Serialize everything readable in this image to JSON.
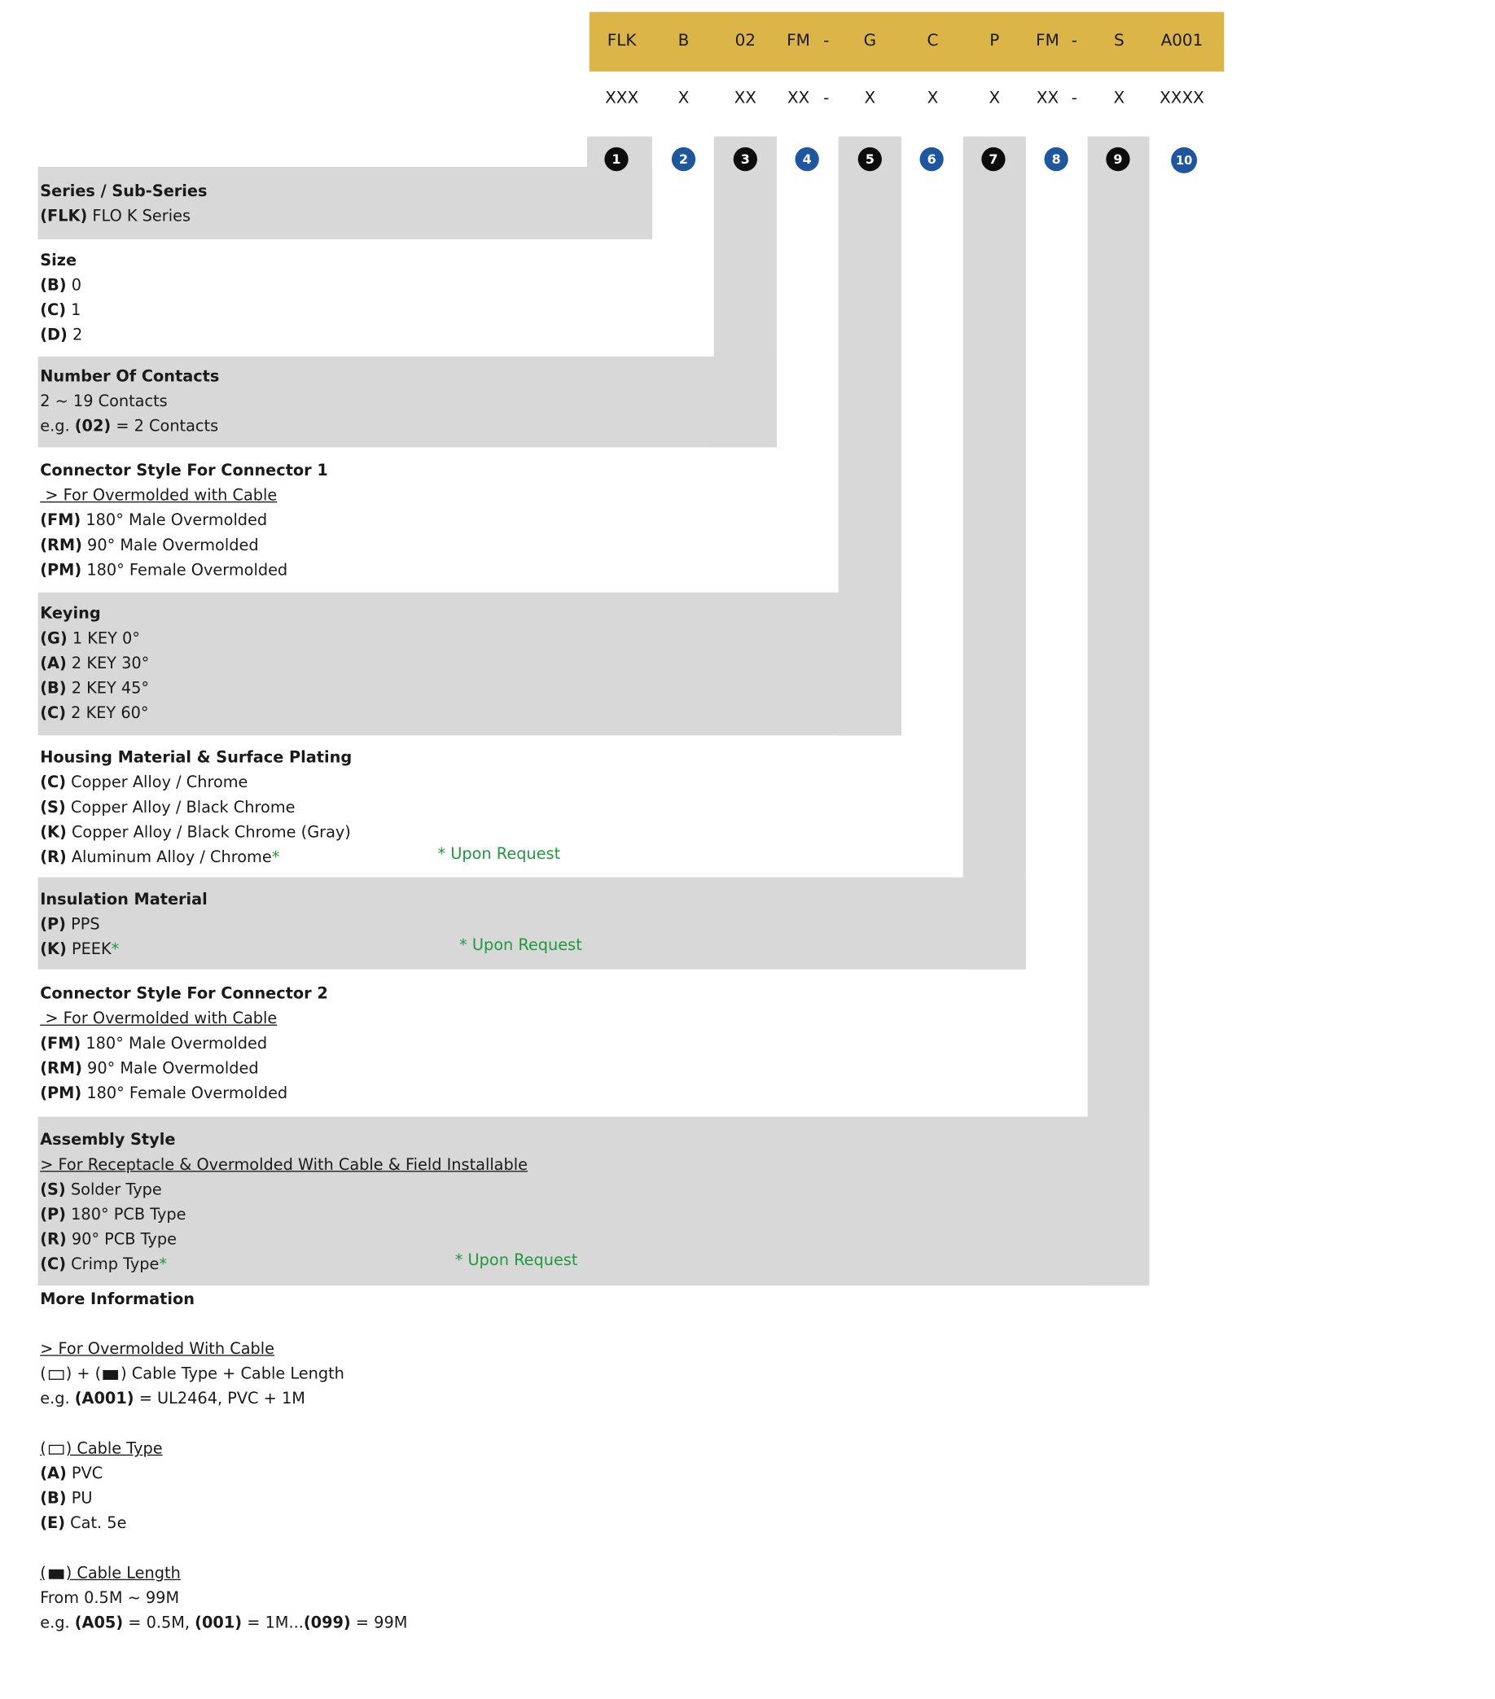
{
  "header": {
    "codes": [
      "FLK",
      "B",
      "02",
      "FM",
      "G",
      "C",
      "P",
      "FM",
      "S",
      "A001"
    ],
    "placeholders": [
      "XXX",
      "X",
      "XX",
      "XX",
      "X",
      "X",
      "X",
      "XX",
      "X",
      "XXXX"
    ],
    "dash": "-",
    "badges": [
      "1",
      "2",
      "3",
      "4",
      "5",
      "6",
      "7",
      "8",
      "9",
      "10"
    ]
  },
  "sections": {
    "series": {
      "title": "Series / Sub-Series",
      "items": [
        {
          "code": "(FLK)",
          "text": "FLO K Series"
        }
      ]
    },
    "size": {
      "title": "Size",
      "items": [
        {
          "code": "(B)",
          "text": "0"
        },
        {
          "code": "(C)",
          "text": "1"
        },
        {
          "code": "(D)",
          "text": "2"
        }
      ]
    },
    "contacts": {
      "title": "Number Of Contacts",
      "line1": "2 ~ 19 Contacts",
      "eg_prefix": "e.g.",
      "eg_code": "(02)",
      "eg_text": "= 2 Contacts"
    },
    "conn1": {
      "title": "Connector Style For Connector 1",
      "sub": " > For Overmolded with Cable",
      "items": [
        {
          "code": "(FM)",
          "text": "180° Male Overmolded"
        },
        {
          "code": "(RM)",
          "text": "90° Male Overmolded"
        },
        {
          "code": "(PM)",
          "text": "180° Female Overmolded"
        }
      ]
    },
    "keying": {
      "title": "Keying",
      "items": [
        {
          "code": "(G)",
          "text": "1 KEY 0°"
        },
        {
          "code": "(A)",
          "text": "2 KEY 30°"
        },
        {
          "code": "(B)",
          "text": "2 KEY 45°"
        },
        {
          "code": "(C)",
          "text": "2 KEY 60°"
        }
      ]
    },
    "housing": {
      "title": "Housing Material & Surface Plating",
      "items": [
        {
          "code": "(C)",
          "text": "Copper Alloy / Chrome"
        },
        {
          "code": "(S)",
          "text": "Copper Alloy / Black Chrome"
        },
        {
          "code": "(K)",
          "text": "Copper Alloy / Black Chrome (Gray)"
        },
        {
          "code": "(R)",
          "text": "Aluminum Alloy / Chrome"
        }
      ],
      "star": "*",
      "request": "* Upon Request"
    },
    "insulation": {
      "title": "Insulation Material",
      "items": [
        {
          "code": "(P)",
          "text": "PPS"
        },
        {
          "code": "(K)",
          "text": "PEEK"
        }
      ],
      "star": "*",
      "request": "* Upon Request"
    },
    "conn2": {
      "title": "Connector Style For Connector 2",
      "sub": " > For Overmolded with Cable",
      "items": [
        {
          "code": "(FM)",
          "text": "180° Male Overmolded"
        },
        {
          "code": "(RM)",
          "text": "90° Male Overmolded"
        },
        {
          "code": "(PM)",
          "text": "180° Female Overmolded"
        }
      ]
    },
    "assembly": {
      "title": "Assembly Style",
      "sub": "> For Receptacle & Overmolded With Cable & Field Installable",
      "items": [
        {
          "code": "(S)",
          "text": "Solder Type"
        },
        {
          "code": "(P)",
          "text": "180° PCB Type"
        },
        {
          "code": "(R)",
          "text": "90° PCB Type"
        },
        {
          "code": "(C)",
          "text": "Crimp Type"
        }
      ],
      "star": "*",
      "request": "* Upon Request"
    },
    "more": {
      "title": "More Information",
      "sub1": "> For Overmolded With Cable",
      "formula_open": "(",
      "formula_mid": ") + (",
      "formula_end": ") Cable Type + Cable Length",
      "eg_prefix": "e.g.",
      "eg_code": "(A001)",
      "eg_text": "= UL2464, PVC + 1M",
      "cable_type_open": "(",
      "cable_type_label": ") Cable Type",
      "cable_types": [
        {
          "code": "(A)",
          "text": "PVC"
        },
        {
          "code": "(B)",
          "text": "PU"
        },
        {
          "code": "(E)",
          "text": "Cat. 5e"
        }
      ],
      "cable_length_open": "(",
      "cable_length_label": ") Cable Length",
      "length_range": "From 0.5M ~ 99M",
      "len_eg_prefix": "e.g.",
      "len_code1": "(A05)",
      "len_text1": "= 0.5M,",
      "len_code2": "(001)",
      "len_text2": "= 1M...",
      "len_code3": "(099)",
      "len_text3": "= 99M"
    }
  }
}
